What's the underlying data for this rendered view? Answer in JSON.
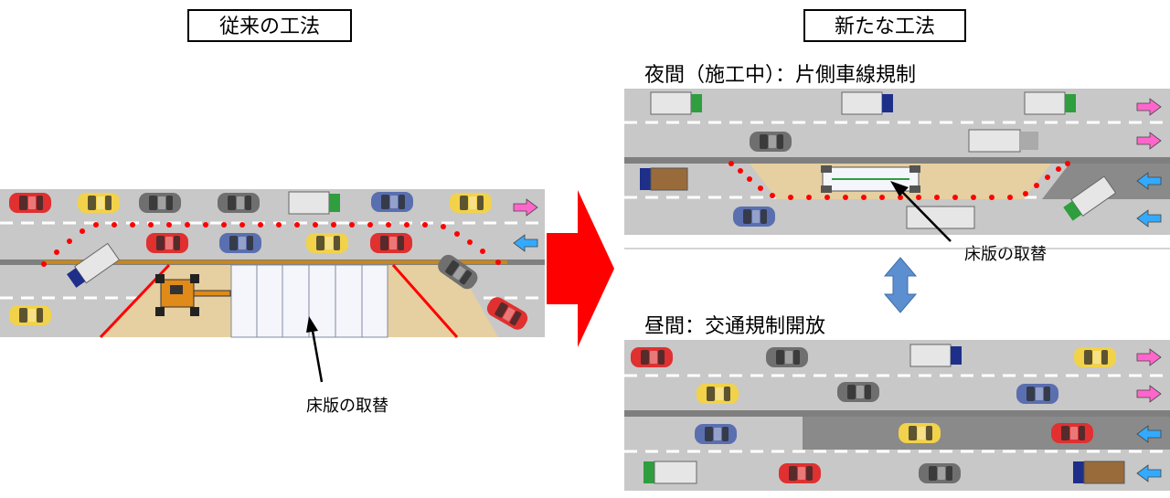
{
  "left": {
    "title": "従来の工法",
    "callout": "床版の取替"
  },
  "right": {
    "title": "新たな工法",
    "night_label": "夜間（施工中）：片側車線規制",
    "night_callout": "床版の取替",
    "day_label": "昼間：交通規制開放"
  },
  "colors": {
    "road": "#c8c8c8",
    "lane_line": "#ffffff",
    "median": "#7f7f7f",
    "work_zone": "#e6cfa0",
    "cone_dot": "#ff0000",
    "big_arrow": "#ff0000",
    "arrow_right": "#ff66cc",
    "arrow_left": "#33aaff",
    "swap_arrow": "#5b8fd0",
    "car_red": "#e03030",
    "car_yellow": "#f2d24a",
    "car_gray": "#6f6f6f",
    "car_navy": "#5a6fb0",
    "truck_cab_green": "#2e9e3e",
    "truck_cab_navy": "#1e2f8a",
    "truck_brown": "#9a6b3a"
  }
}
